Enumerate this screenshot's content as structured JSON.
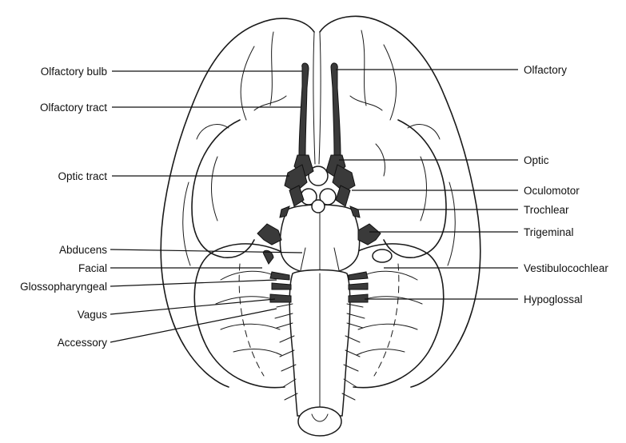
{
  "labels": {
    "olfactory_bulb": "Olfactory bulb",
    "olfactory_tract": "Olfactory tract",
    "optic_tract": "Optic tract",
    "abducens": "Abducens",
    "facial": "Facial",
    "glossopharyngeal": "Glossopharyngeal",
    "vagus": "Vagus",
    "accessory": "Accessory",
    "olfactory": "Olfactory",
    "optic": "Optic",
    "oculomotor": "Oculomotor",
    "trochlear": "Trochlear",
    "trigeminal": "Trigeminal",
    "vestibulocochlear": "Vestibulocochlear",
    "hypoglossal": "Hypoglossal"
  },
  "colors": {
    "line": "#1a1a1a",
    "nerve_fill": "#3a3a3a",
    "background": "#ffffff"
  }
}
